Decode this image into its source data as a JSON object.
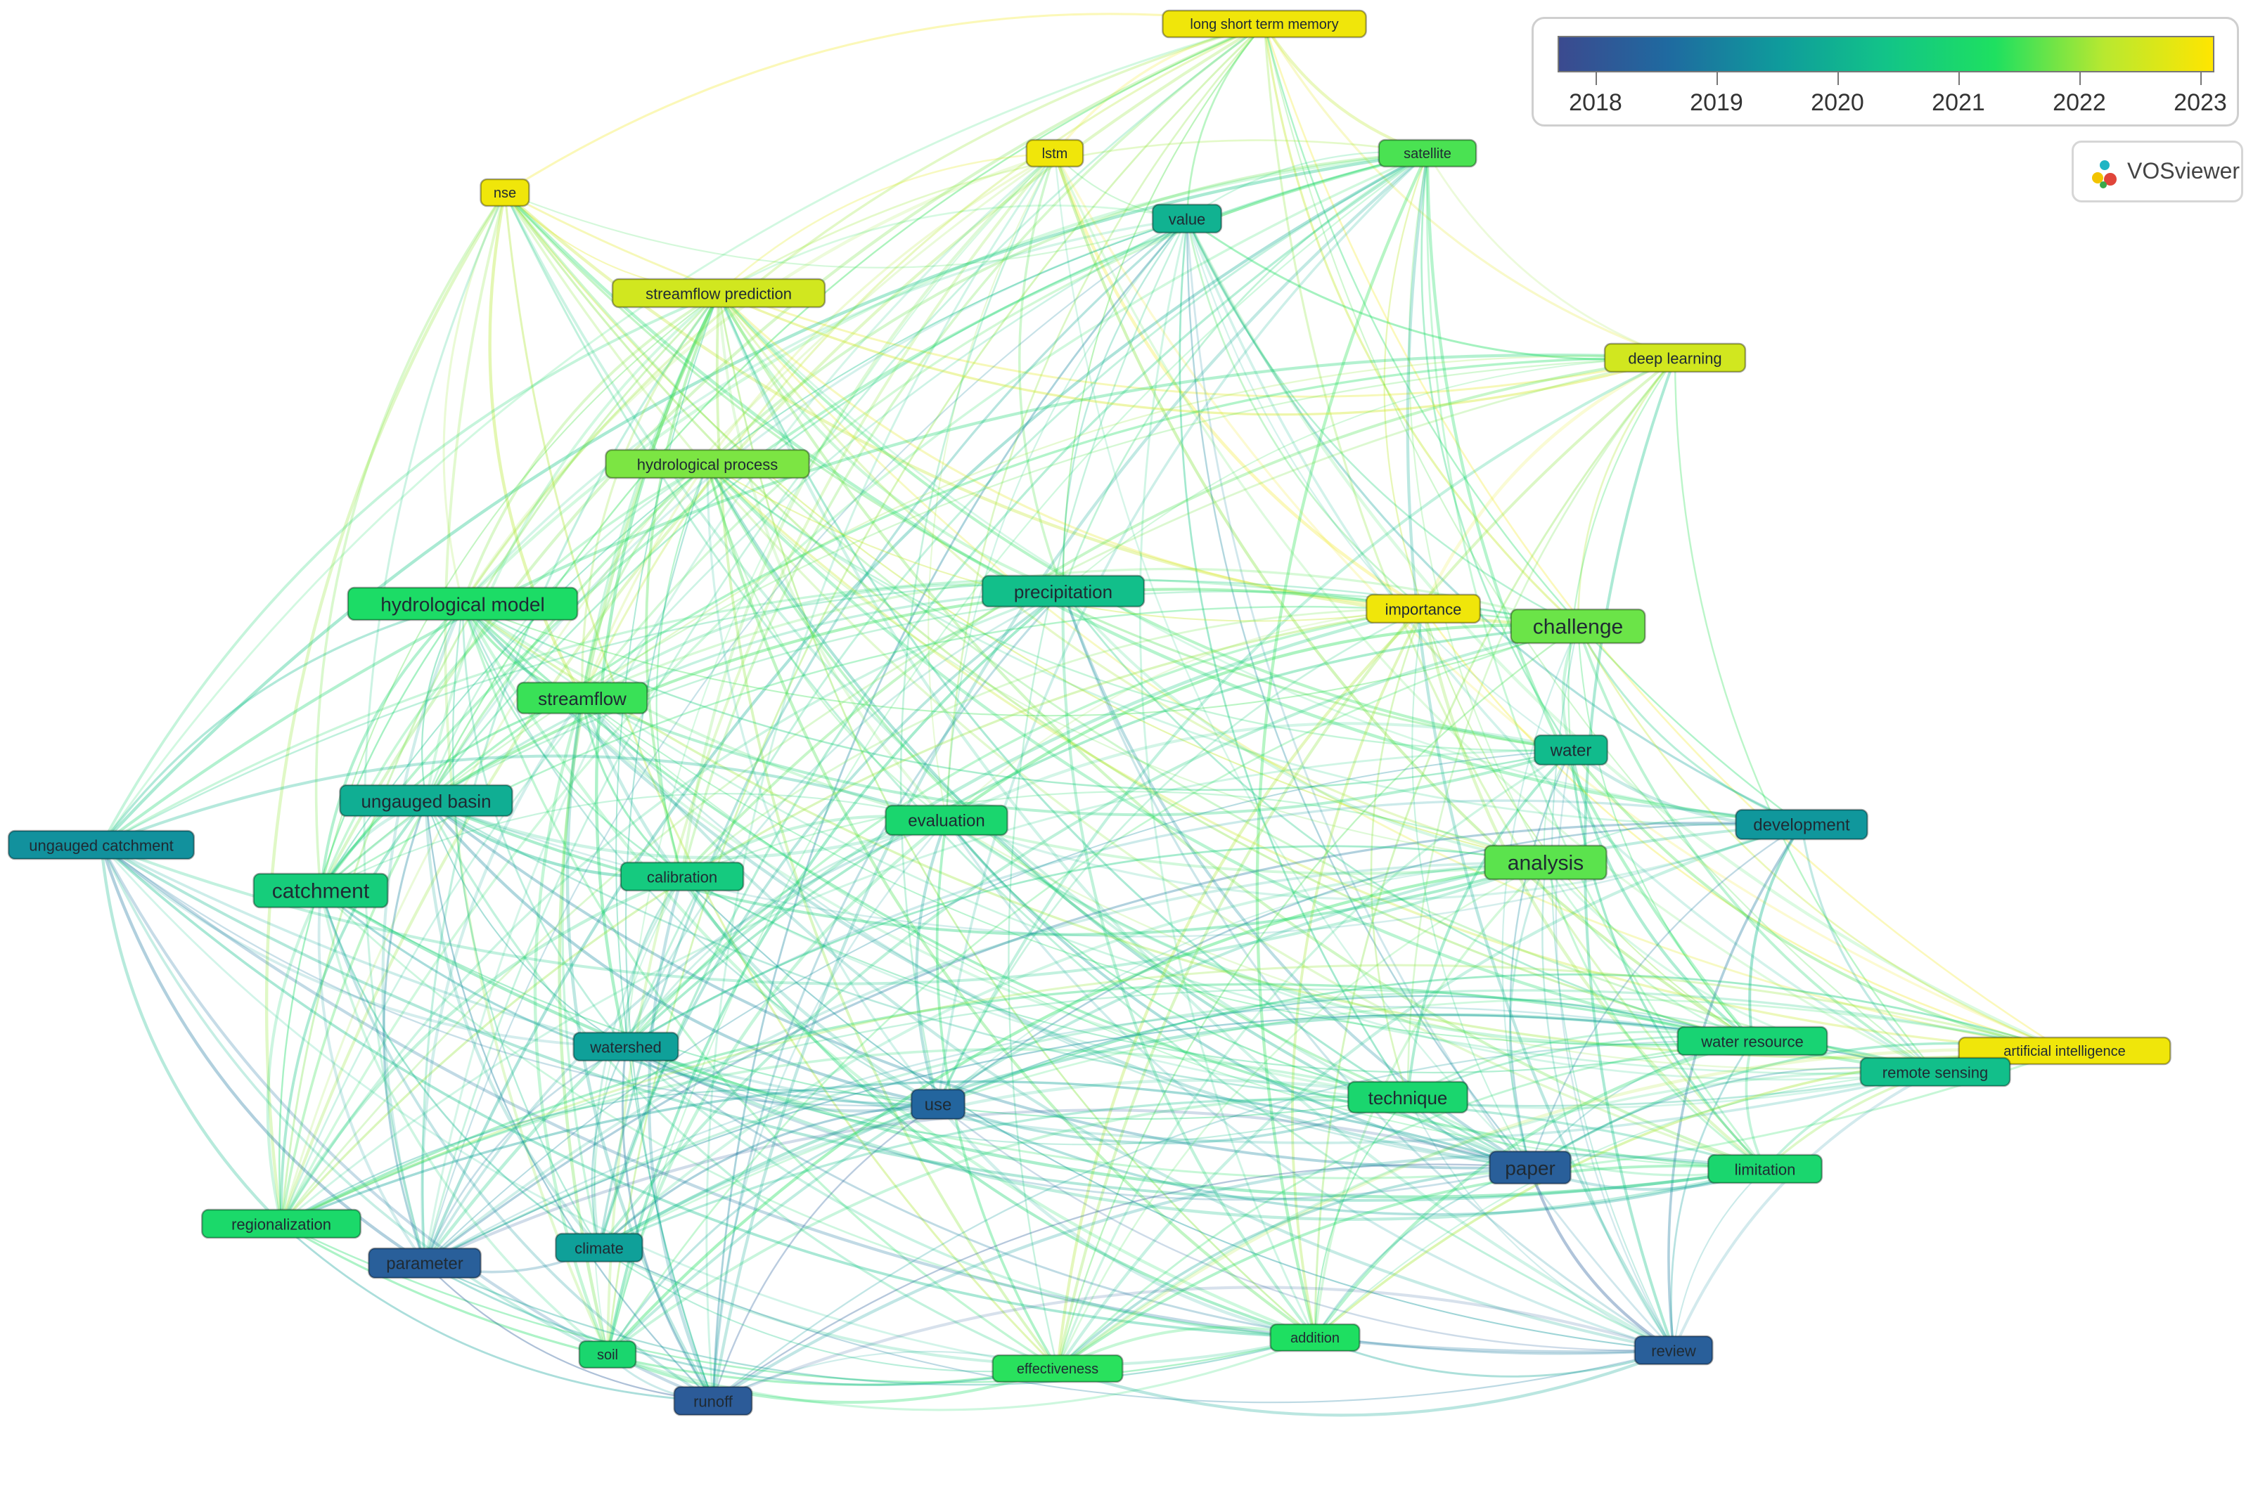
{
  "legend": {
    "colors": [
      "#3b4a8f",
      "#1f6aa0",
      "#0f9a9c",
      "#12c488",
      "#1ee060",
      "#b8e830",
      "#ffe600"
    ],
    "years": [
      "2018",
      "2019",
      "2020",
      "2021",
      "2022",
      "2023"
    ]
  },
  "badge": {
    "label": "VOSviewer"
  },
  "nodes": [
    {
      "id": "lstm_full",
      "label": "long short term memory",
      "year": 2023.0,
      "weight": 1
    },
    {
      "id": "lstm",
      "label": "lstm",
      "year": 2023.0,
      "weight": 1
    },
    {
      "id": "nse",
      "label": "nse",
      "year": 2023.0,
      "weight": 1
    },
    {
      "id": "satellite",
      "label": "satellite",
      "year": 2021.6,
      "weight": 1
    },
    {
      "id": "value",
      "label": "value",
      "year": 2020.0,
      "weight": 1.1
    },
    {
      "id": "streamflow_prediction",
      "label": "streamflow prediction",
      "year": 2022.6,
      "weight": 1.1
    },
    {
      "id": "deep_learning",
      "label": "deep learning",
      "year": 2022.6,
      "weight": 1.1
    },
    {
      "id": "hydrological_process",
      "label": "hydrological process",
      "year": 2021.9,
      "weight": 1.1
    },
    {
      "id": "hydrological_model",
      "label": "hydrological model",
      "year": 2021.2,
      "weight": 1.4
    },
    {
      "id": "precipitation",
      "label": "precipitation",
      "year": 2020.3,
      "weight": 1.3
    },
    {
      "id": "importance",
      "label": "importance",
      "year": 2023.0,
      "weight": 1.1
    },
    {
      "id": "challenge",
      "label": "challenge",
      "year": 2021.8,
      "weight": 1.5
    },
    {
      "id": "streamflow",
      "label": "streamflow",
      "year": 2021.5,
      "weight": 1.3
    },
    {
      "id": "water",
      "label": "water",
      "year": 2020.2,
      "weight": 1.2
    },
    {
      "id": "ungauged_basin",
      "label": "ungauged basin",
      "year": 2019.9,
      "weight": 1.3
    },
    {
      "id": "evaluation",
      "label": "evaluation",
      "year": 2021.0,
      "weight": 1.2
    },
    {
      "id": "development",
      "label": "development",
      "year": 2019.4,
      "weight": 1.2
    },
    {
      "id": "ungauged_catchment",
      "label": "ungauged catchment",
      "year": 2019.3,
      "weight": 1.1
    },
    {
      "id": "analysis",
      "label": "analysis",
      "year": 2021.7,
      "weight": 1.5
    },
    {
      "id": "catchment",
      "label": "catchment",
      "year": 2020.7,
      "weight": 1.5
    },
    {
      "id": "calibration",
      "label": "calibration",
      "year": 2020.6,
      "weight": 1.1
    },
    {
      "id": "watershed",
      "label": "watershed",
      "year": 2019.6,
      "weight": 1.1
    },
    {
      "id": "water_resource",
      "label": "water resource",
      "year": 2020.9,
      "weight": 1.1
    },
    {
      "id": "artificial_intelligence",
      "label": "artificial intelligence",
      "year": 2023.0,
      "weight": 1
    },
    {
      "id": "remote_sensing",
      "label": "remote sensing",
      "year": 2020.3,
      "weight": 1.1
    },
    {
      "id": "use",
      "label": "use",
      "year": 2018.4,
      "weight": 1.2
    },
    {
      "id": "technique",
      "label": "technique",
      "year": 2021.0,
      "weight": 1.3
    },
    {
      "id": "paper",
      "label": "paper",
      "year": 2018.2,
      "weight": 1.4
    },
    {
      "id": "limitation",
      "label": "limitation",
      "year": 2021.0,
      "weight": 1.1
    },
    {
      "id": "regionalization",
      "label": "regionalization",
      "year": 2021.1,
      "weight": 1.1
    },
    {
      "id": "parameter",
      "label": "parameter",
      "year": 2018.2,
      "weight": 1.2
    },
    {
      "id": "climate",
      "label": "climate",
      "year": 2019.6,
      "weight": 1.1
    },
    {
      "id": "soil",
      "label": "soil",
      "year": 2021.0,
      "weight": 1
    },
    {
      "id": "addition",
      "label": "addition",
      "year": 2021.3,
      "weight": 1
    },
    {
      "id": "effectiveness",
      "label": "effectiveness",
      "year": 2021.4,
      "weight": 1
    },
    {
      "id": "review",
      "label": "review",
      "year": 2018.2,
      "weight": 1.1
    },
    {
      "id": "runoff",
      "label": "runoff",
      "year": 2018.1,
      "weight": 1.1
    }
  ]
}
